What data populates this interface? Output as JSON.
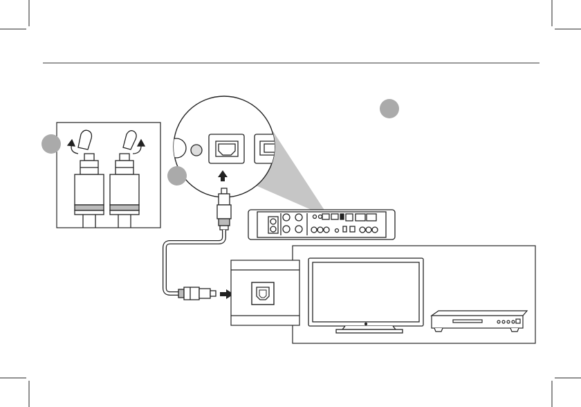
{
  "diagram": {
    "steps": [
      {
        "id": "step-1",
        "label": ""
      },
      {
        "id": "step-2",
        "label": ""
      },
      {
        "id": "step-3",
        "label": ""
      }
    ],
    "devices": {
      "receiver": "audio-receiver-rear-panel",
      "tv": "television",
      "player": "blu-ray-player"
    },
    "colors": {
      "line": "#222222",
      "step_circle": "#aaaaaa",
      "zoom_cone": "#cccccc",
      "cable_grey": "#bdbdbd"
    },
    "icons": [
      "optical-port-icon",
      "usb-port-icon",
      "insert-arrow-icon",
      "remove-cap-arrow-icon"
    ]
  }
}
